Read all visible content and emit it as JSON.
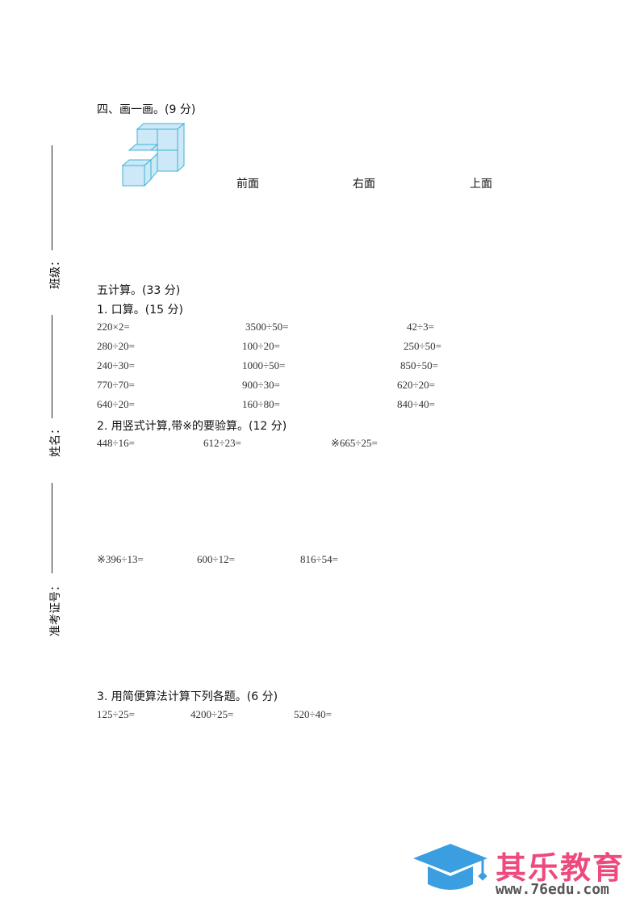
{
  "side": {
    "class_label": "班级：",
    "name_label": "姓名：",
    "id_label": "准考证号："
  },
  "s4": {
    "title": "四、画一画。(9 分)",
    "views": [
      "前面",
      "右面",
      "上面"
    ]
  },
  "s5": {
    "title": "五计算。(33 分)",
    "q1": {
      "title": "1. 口算。(15 分)",
      "rows": [
        [
          "220×2=",
          "3500÷50=",
          "42÷3="
        ],
        [
          "280÷20=",
          "100÷20=",
          "250÷50="
        ],
        [
          "240÷30=",
          "1000÷50=",
          "850÷50="
        ],
        [
          "770÷70=",
          "900÷30=",
          "620÷20="
        ],
        [
          "640÷20=",
          "160÷80=",
          "840÷40="
        ]
      ]
    },
    "q2": {
      "title": "2. 用竖式计算,带※的要验算。(12 分)",
      "row1": [
        "448÷16=",
        "612÷23=",
        "※665÷25="
      ],
      "row2": [
        "※396÷13=",
        "600÷12=",
        "816÷54="
      ]
    },
    "q3": {
      "title": "3. 用简便算法计算下列各题。(6 分)",
      "items": [
        "125÷25=",
        "4200÷25=",
        "520÷40="
      ]
    }
  },
  "logo": {
    "name": "其乐教育",
    "url": "www.76edu.com",
    "blue": "#3a9ee0",
    "pink": "#ee4a7e"
  }
}
